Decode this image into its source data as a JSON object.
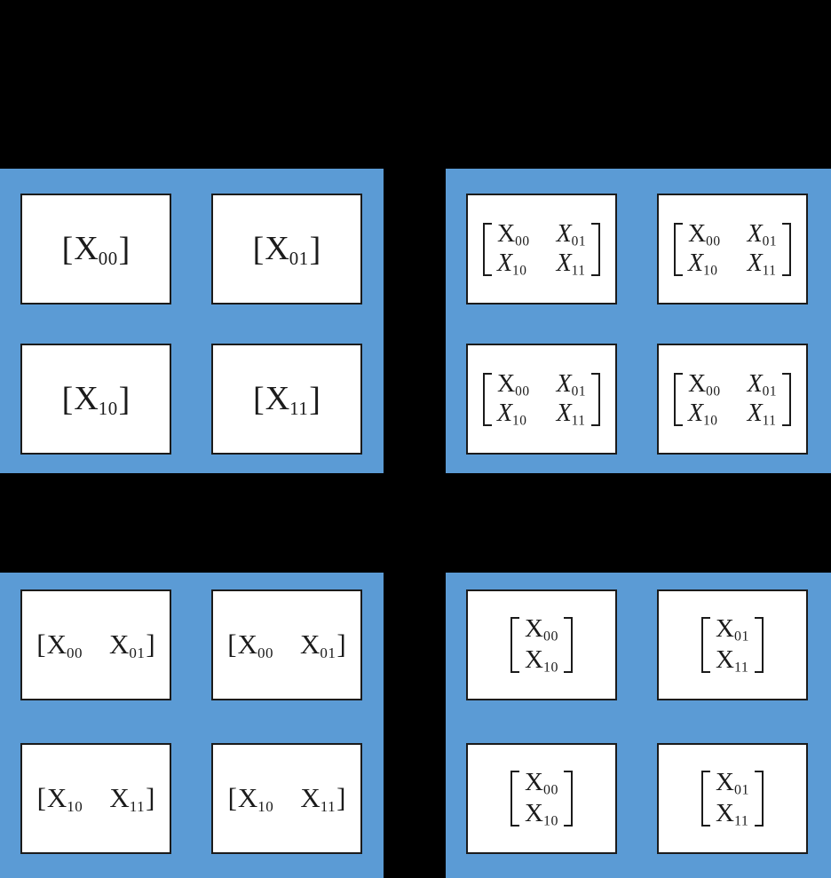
{
  "colors": {
    "background": "#000000",
    "quadrant_blue": "#5B9BD5",
    "box_fill": "#FFFFFF",
    "ink": "#1B1B1B"
  },
  "notation": {
    "left_bracket": "[",
    "right_bracket": "]"
  },
  "quadrants": [
    {
      "name": "top-left",
      "boxes": [
        {
          "rows": [
            [
              {
                "base": "X",
                "sub": "00",
                "italic": false
              }
            ]
          ]
        },
        {
          "rows": [
            [
              {
                "base": "X",
                "sub": "01",
                "italic": false
              }
            ]
          ]
        },
        {
          "rows": [
            [
              {
                "base": "X",
                "sub": "10",
                "italic": false
              }
            ]
          ]
        },
        {
          "rows": [
            [
              {
                "base": "X",
                "sub": "11",
                "italic": false
              }
            ]
          ]
        }
      ]
    },
    {
      "name": "top-right",
      "boxes": [
        {
          "rows": [
            [
              {
                "base": "X",
                "sub": "00",
                "italic": false
              },
              {
                "base": "X",
                "sub": "01",
                "italic": true
              }
            ],
            [
              {
                "base": "X",
                "sub": "10",
                "italic": true
              },
              {
                "base": "X",
                "sub": "11",
                "italic": true
              }
            ]
          ]
        },
        {
          "rows": [
            [
              {
                "base": "X",
                "sub": "00",
                "italic": false
              },
              {
                "base": "X",
                "sub": "01",
                "italic": true
              }
            ],
            [
              {
                "base": "X",
                "sub": "10",
                "italic": true
              },
              {
                "base": "X",
                "sub": "11",
                "italic": true
              }
            ]
          ]
        },
        {
          "rows": [
            [
              {
                "base": "X",
                "sub": "00",
                "italic": false
              },
              {
                "base": "X",
                "sub": "01",
                "italic": true
              }
            ],
            [
              {
                "base": "X",
                "sub": "10",
                "italic": true
              },
              {
                "base": "X",
                "sub": "11",
                "italic": true
              }
            ]
          ]
        },
        {
          "rows": [
            [
              {
                "base": "X",
                "sub": "00",
                "italic": false
              },
              {
                "base": "X",
                "sub": "01",
                "italic": true
              }
            ],
            [
              {
                "base": "X",
                "sub": "10",
                "italic": true
              },
              {
                "base": "X",
                "sub": "11",
                "italic": true
              }
            ]
          ]
        }
      ]
    },
    {
      "name": "bottom-left",
      "boxes": [
        {
          "rows": [
            [
              {
                "base": "X",
                "sub": "00",
                "italic": false
              },
              {
                "base": "X",
                "sub": "01",
                "italic": false
              }
            ]
          ]
        },
        {
          "rows": [
            [
              {
                "base": "X",
                "sub": "00",
                "italic": false
              },
              {
                "base": "X",
                "sub": "01",
                "italic": false
              }
            ]
          ]
        },
        {
          "rows": [
            [
              {
                "base": "X",
                "sub": "10",
                "italic": false
              },
              {
                "base": "X",
                "sub": "11",
                "italic": false
              }
            ]
          ]
        },
        {
          "rows": [
            [
              {
                "base": "X",
                "sub": "10",
                "italic": false
              },
              {
                "base": "X",
                "sub": "11",
                "italic": false
              }
            ]
          ]
        }
      ]
    },
    {
      "name": "bottom-right",
      "boxes": [
        {
          "rows": [
            [
              {
                "base": "X",
                "sub": "00",
                "italic": false
              }
            ],
            [
              {
                "base": "X",
                "sub": "10",
                "italic": false
              }
            ]
          ]
        },
        {
          "rows": [
            [
              {
                "base": "X",
                "sub": "01",
                "italic": false
              }
            ],
            [
              {
                "base": "X",
                "sub": "11",
                "italic": false
              }
            ]
          ]
        },
        {
          "rows": [
            [
              {
                "base": "X",
                "sub": "00",
                "italic": false
              }
            ],
            [
              {
                "base": "X",
                "sub": "10",
                "italic": false
              }
            ]
          ]
        },
        {
          "rows": [
            [
              {
                "base": "X",
                "sub": "01",
                "italic": false
              }
            ],
            [
              {
                "base": "X",
                "sub": "11",
                "italic": false
              }
            ]
          ]
        }
      ]
    }
  ]
}
